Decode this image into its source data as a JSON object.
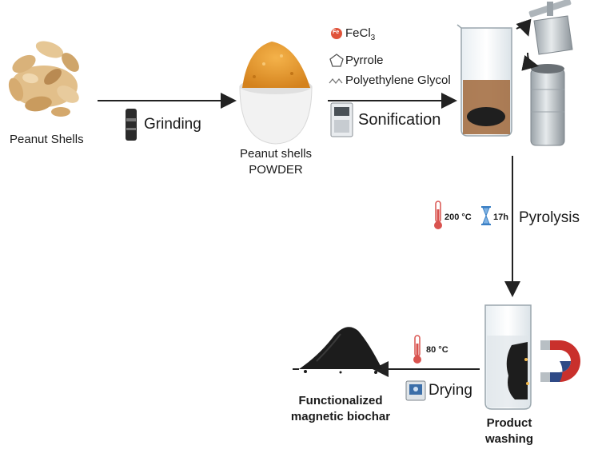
{
  "steps": {
    "peanut_shells": "Peanut Shells",
    "grinding": "Grinding",
    "powder_line1": "Peanut shells",
    "powder_line2": "POWDER",
    "reagent_1_main": "FeCl",
    "reagent_1_sub": "3",
    "reagent_1_badge": "Fe",
    "reagent_2": "Pyrrole",
    "reagent_3": "Polyethylene Glycol",
    "sonification": "Sonification",
    "pyrolysis": "Pyrolysis",
    "pyrolysis_temp": "200 °C",
    "pyrolysis_time": "17h",
    "washing_line1": "Product",
    "washing_line2": "washing",
    "drying": "Drying",
    "drying_temp": "80 °C",
    "product_line1": "Functionalized",
    "product_line2": "magnetic biochar"
  },
  "colors": {
    "arrow": "#222222",
    "powder": "#e39a2c",
    "shell": "#d9b27a",
    "biochar": "#1c1c1c",
    "liquid": "#a0673a",
    "magnet_red": "#c9302c",
    "magnet_blue": "#2f4a86",
    "thermometer": "#d9534f",
    "hourglass": "#3a7fc4"
  }
}
